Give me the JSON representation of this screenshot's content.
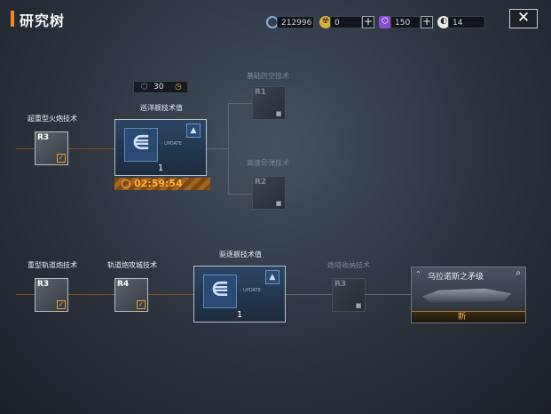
{
  "header": {
    "title": "研究树",
    "close_icon": "close-icon"
  },
  "resources": [
    {
      "icon": "refresh-icon",
      "value": "212996"
    },
    {
      "icon": "nuclear-icon",
      "value": "0",
      "addable": true
    },
    {
      "icon": "purple-gem-icon",
      "value": "150",
      "addable": true
    },
    {
      "icon": "half-moon-icon",
      "value": "14"
    }
  ],
  "row1": {
    "start_node": {
      "label": "超重型火炮技术",
      "rank": "R3"
    },
    "value_panel": {
      "label": "巡洋舰技术值",
      "count": "1",
      "cost": "30",
      "timer": "02:59:54"
    },
    "branch_top": {
      "label": "基础防空技术",
      "rank": "R1"
    },
    "branch_bottom": {
      "label": "高速导弹技术",
      "rank": "R2"
    }
  },
  "row2": {
    "node1": {
      "label": "重型轨道炮技术",
      "rank": "R3"
    },
    "node2": {
      "label": "轨道炮攻城技术",
      "rank": "R4"
    },
    "value_panel": {
      "label": "驱逐舰技术值",
      "count": "1"
    },
    "locked_node": {
      "label": "炮塔收纳技术",
      "rank": "R3"
    },
    "ship": {
      "name": "乌拉诺斯之矛级",
      "badge": "新"
    }
  },
  "colors": {
    "accent": "#f08a1c",
    "timer": "#ffb235",
    "panel": "#2c4463"
  }
}
